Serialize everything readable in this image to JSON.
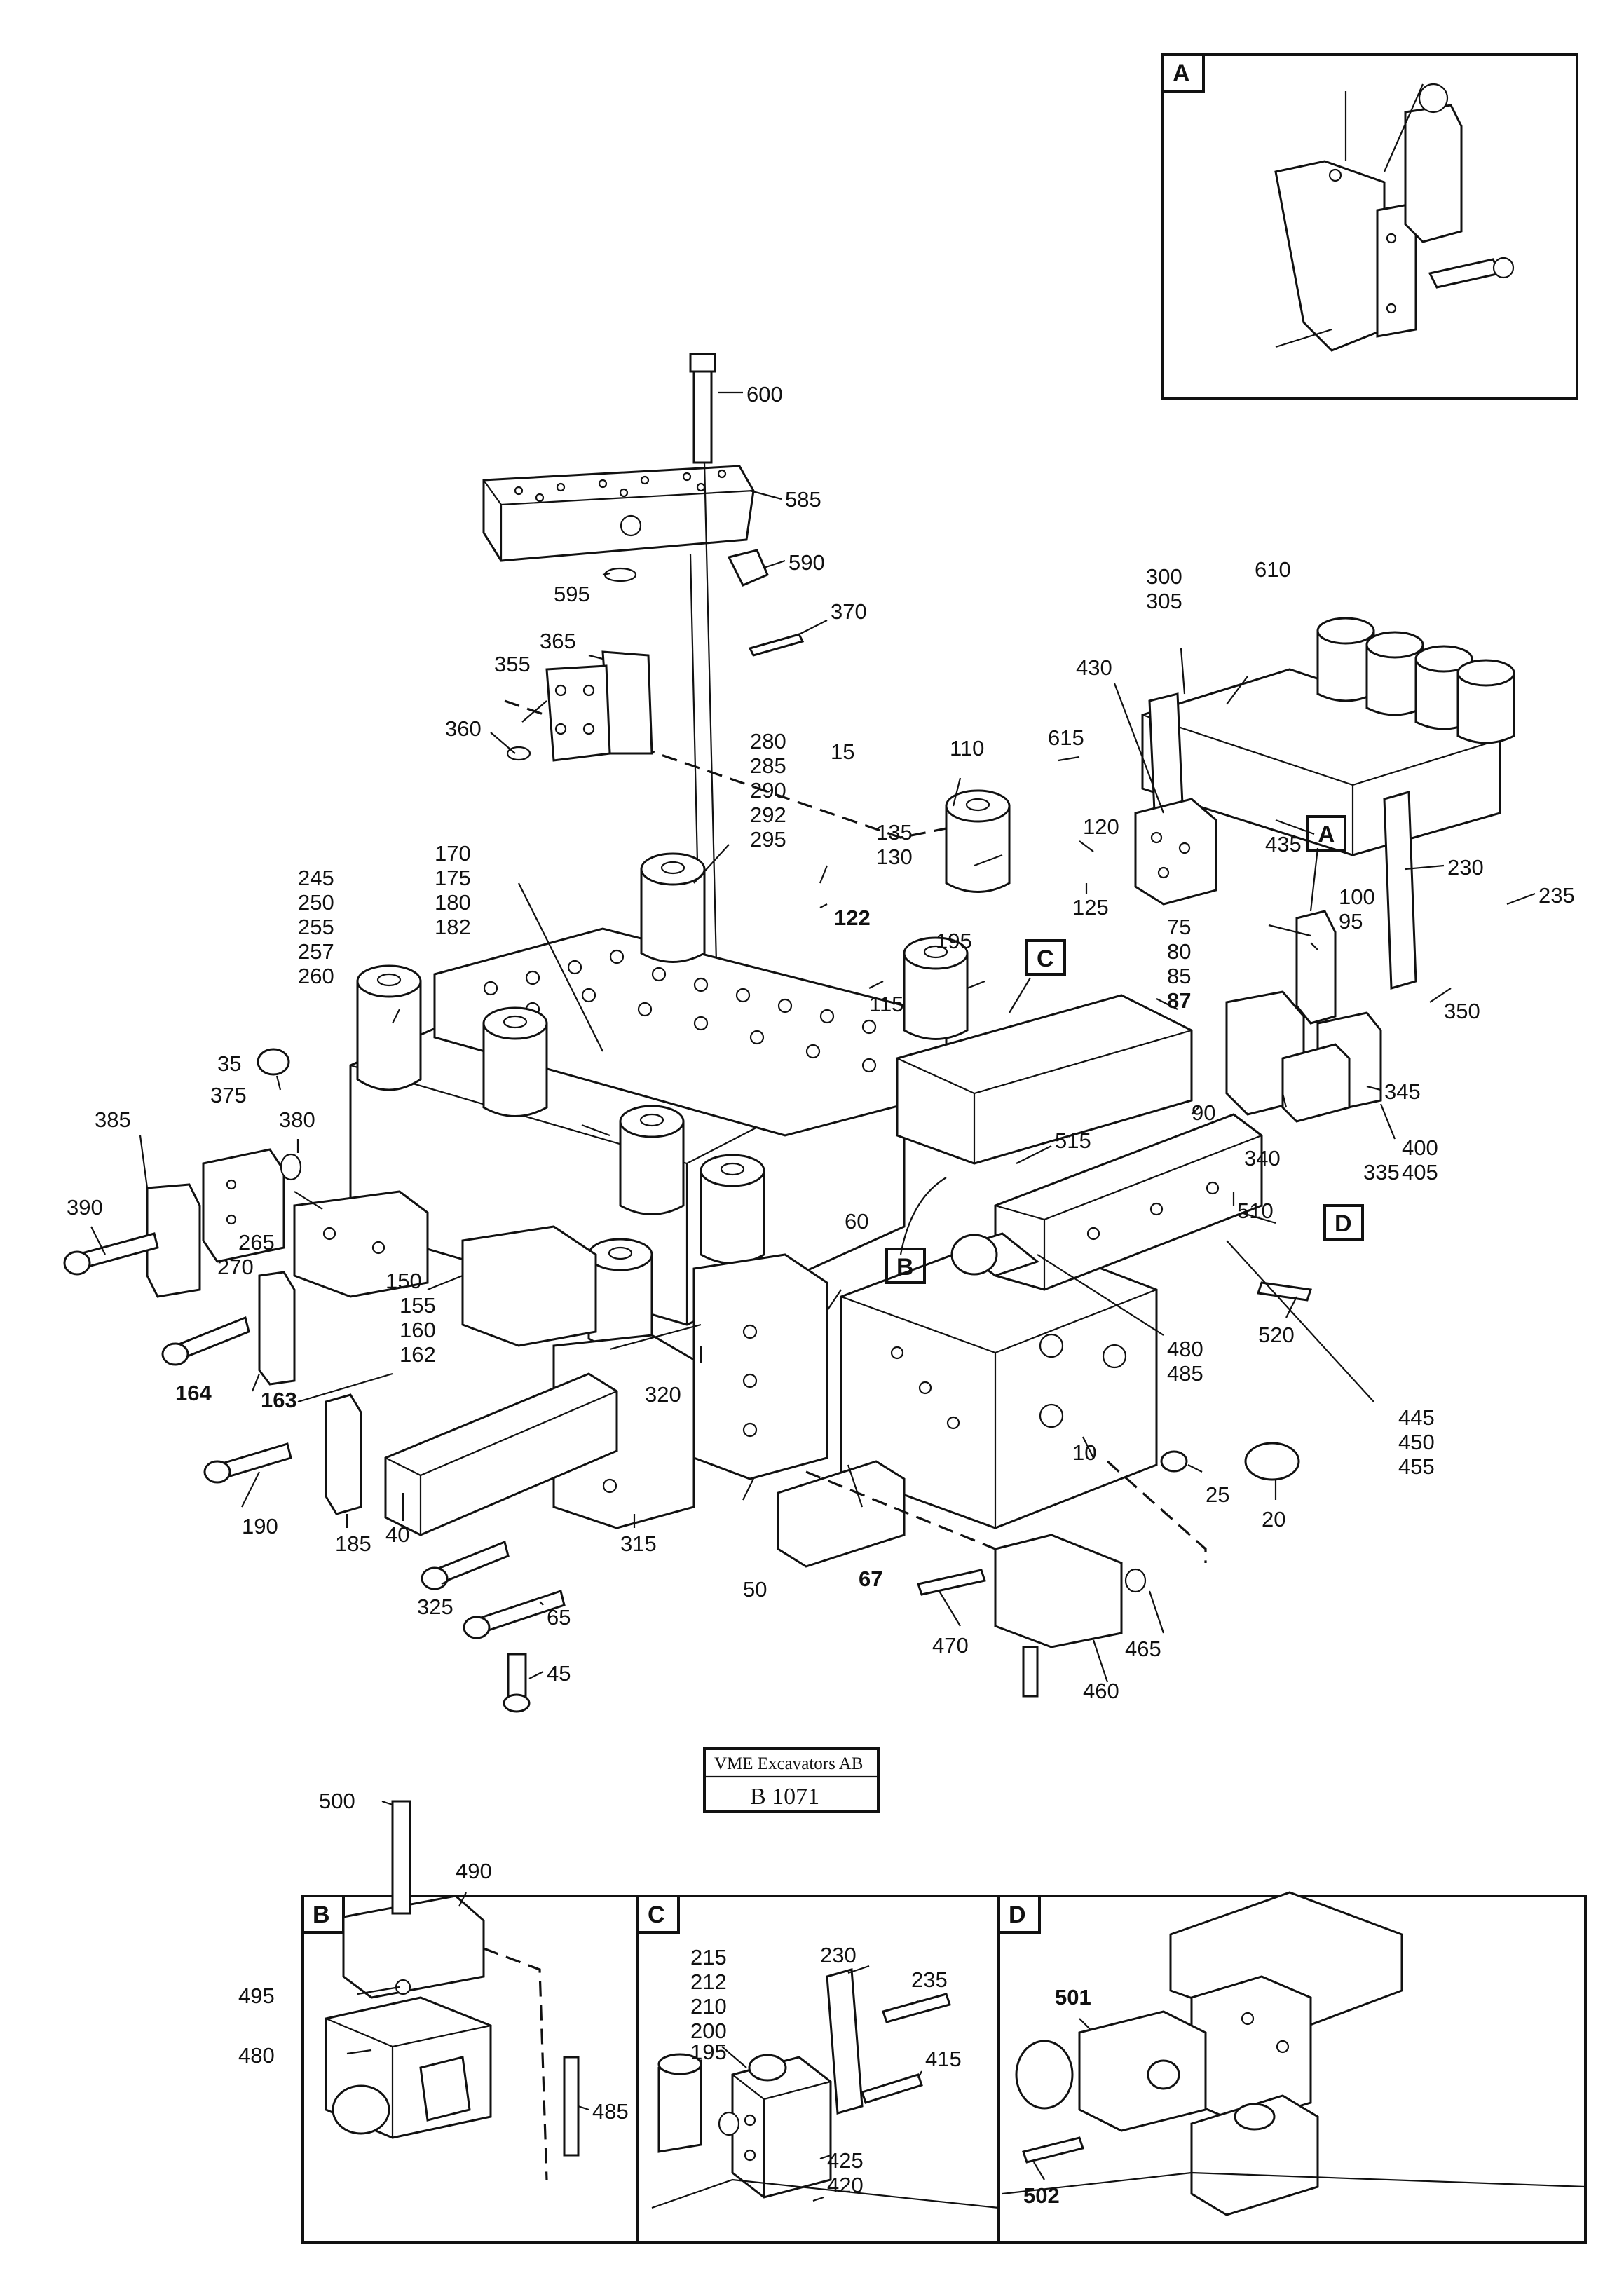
{
  "title_block": {
    "company": "VME Excavators AB",
    "code": "B 1071"
  },
  "detail_boxes": {
    "A": {
      "label": "A"
    },
    "B": {
      "label": "B",
      "callouts": [
        "500",
        "490",
        "495",
        "480",
        "485"
      ]
    },
    "C": {
      "label": "C",
      "callouts": [
        "215",
        "212",
        "210",
        "200",
        "195",
        "230",
        "235",
        "415",
        "425",
        "420"
      ]
    },
    "D": {
      "label": "D",
      "callouts": [
        "501",
        "502"
      ]
    }
  },
  "markers": [
    "A",
    "B",
    "C",
    "D"
  ],
  "callouts": [
    "600",
    "585",
    "590",
    "595",
    "370",
    "365",
    "355",
    "360",
    "280",
    "285",
    "290",
    "292",
    "295",
    "15",
    "110",
    "135",
    "130",
    "120",
    "125",
    "122",
    "170",
    "175",
    "180",
    "182",
    "245",
    "250",
    "255",
    "257",
    "260",
    "300",
    "305",
    "610",
    "430",
    "615",
    "435",
    "100",
    "95",
    "230",
    "235",
    "75",
    "80",
    "85",
    "87",
    "195",
    "115",
    "35",
    "375",
    "380",
    "385",
    "390",
    "350",
    "345",
    "90",
    "340",
    "400",
    "405",
    "335",
    "515",
    "510",
    "265",
    "270",
    "150",
    "155",
    "160",
    "162",
    "164",
    "163",
    "60",
    "520",
    "480",
    "485",
    "445",
    "450",
    "455",
    "320",
    "190",
    "185",
    "40",
    "10",
    "25",
    "20",
    "315",
    "50",
    "67",
    "325",
    "65",
    "45",
    "470",
    "460",
    "465"
  ],
  "bold_callouts": [
    "122",
    "87",
    "164",
    "163",
    "67",
    "501",
    "502"
  ]
}
